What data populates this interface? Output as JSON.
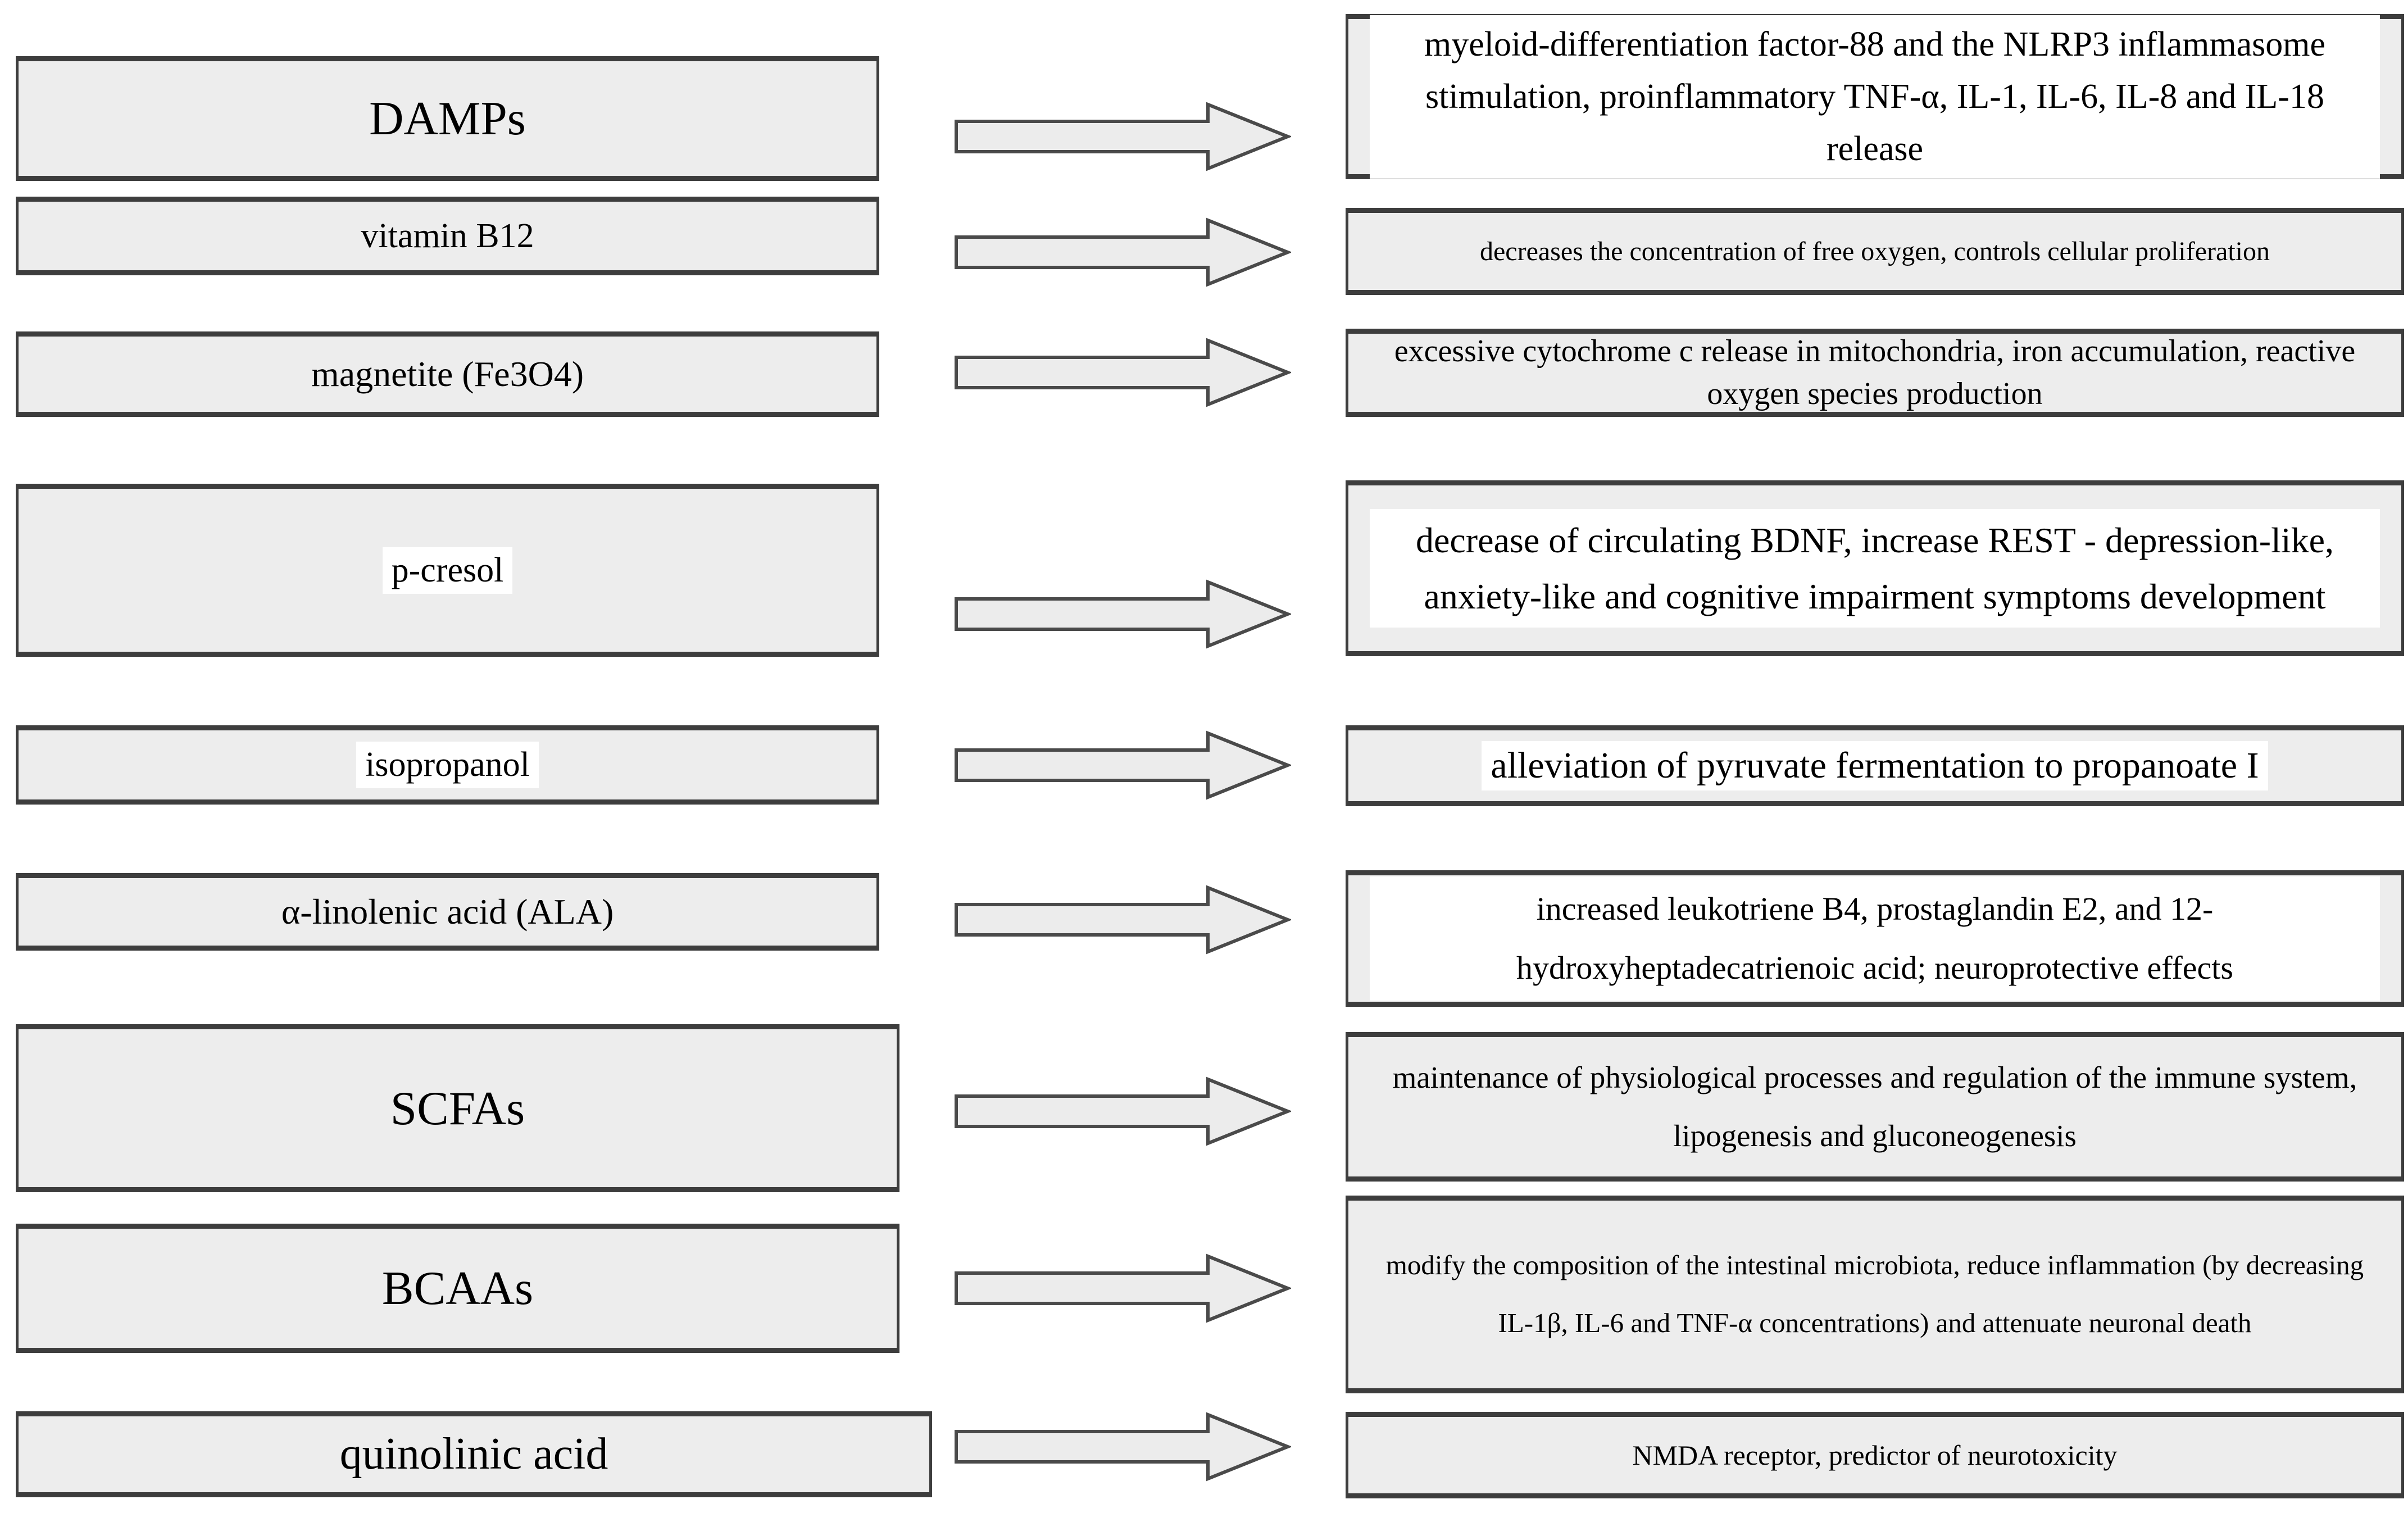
{
  "diagram": {
    "title": "gut-microbiota-metabolites-and-their-effects",
    "rows": [
      {
        "factor": "DAMPs",
        "effect": "myeloid-differentiation factor-88 and the NLRP3 inflammasome stimulation, proinflammatory TNF-α, IL-1, IL-6, IL-8 and IL-18 release"
      },
      {
        "factor": "vitamin B12",
        "effect": "decreases the concentration of free oxygen, controls cellular proliferation"
      },
      {
        "factor": "magnetite (Fe3O4)",
        "effect": "excessive cytochrome c release in mitochondria, iron accumulation, reactive oxygen species production"
      },
      {
        "factor": "p-cresol",
        "effect": "decrease of circulating BDNF, increase REST - depression-like, anxiety-like and cognitive impairment symptoms development"
      },
      {
        "factor": "isopropanol",
        "effect": "alleviation of pyruvate fermentation to propanoate I"
      },
      {
        "factor": "α-linolenic acid (ALA)",
        "effect": "increased leukotriene B4, prostaglandin E2, and 12-hydroxyheptadecatrienoic acid; neuroprotective effects"
      },
      {
        "factor": "SCFAs",
        "effect": "maintenance of physiological processes and regulation of the immune system, lipogenesis and gluconeogenesis"
      },
      {
        "factor": "BCAAs",
        "effect": "modify the composition of the intestinal microbiota, reduce inflammation (by decreasing IL-1β, IL-6 and TNF-α concentrations) and attenuate neuronal death"
      },
      {
        "factor": "quinolinic acid",
        "effect": "NMDA receptor, predictor of neurotoxicity"
      }
    ],
    "colors": {
      "box_fill": "#ededed",
      "box_border": "#3d3d3d",
      "arrow_fill": "#ececec",
      "arrow_border": "#4a4a4a",
      "highlight": "#ffffff"
    }
  }
}
